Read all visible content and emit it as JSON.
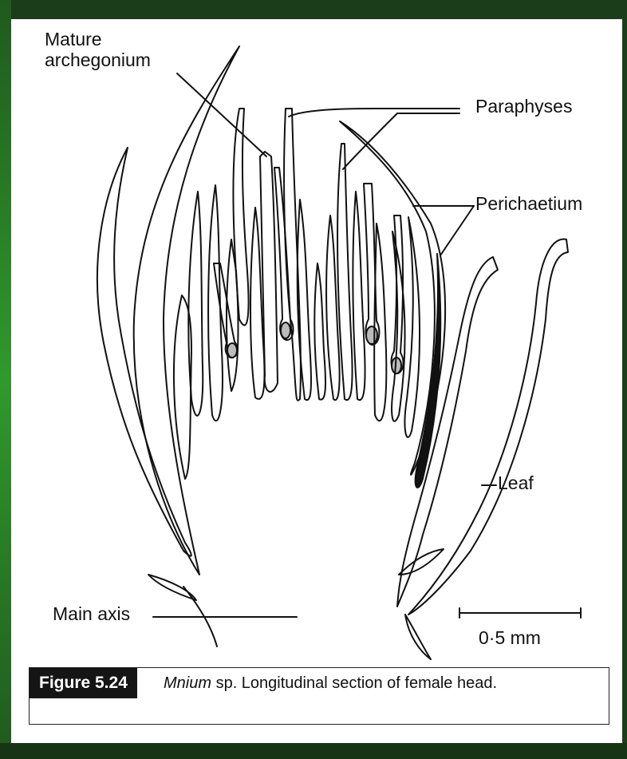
{
  "labels": {
    "mature_archegonium_line1": "Mature",
    "mature_archegonium_line2": "archegonium",
    "paraphyses": "Paraphyses",
    "perichaetium": "Perichaetium",
    "leaf": "Leaf",
    "main_axis": "Main axis",
    "scale_bar": "0·5 mm"
  },
  "caption": {
    "figure_number": "Figure 5.24",
    "genus": "Mnium",
    "text": " sp. Longitudinal section of female head."
  },
  "colors": {
    "frame": "#1f4a1c",
    "frame_accent": "#2f9a2c",
    "ink": "#111111",
    "background": "#ffffff",
    "caption_label_bg": "#151515"
  }
}
